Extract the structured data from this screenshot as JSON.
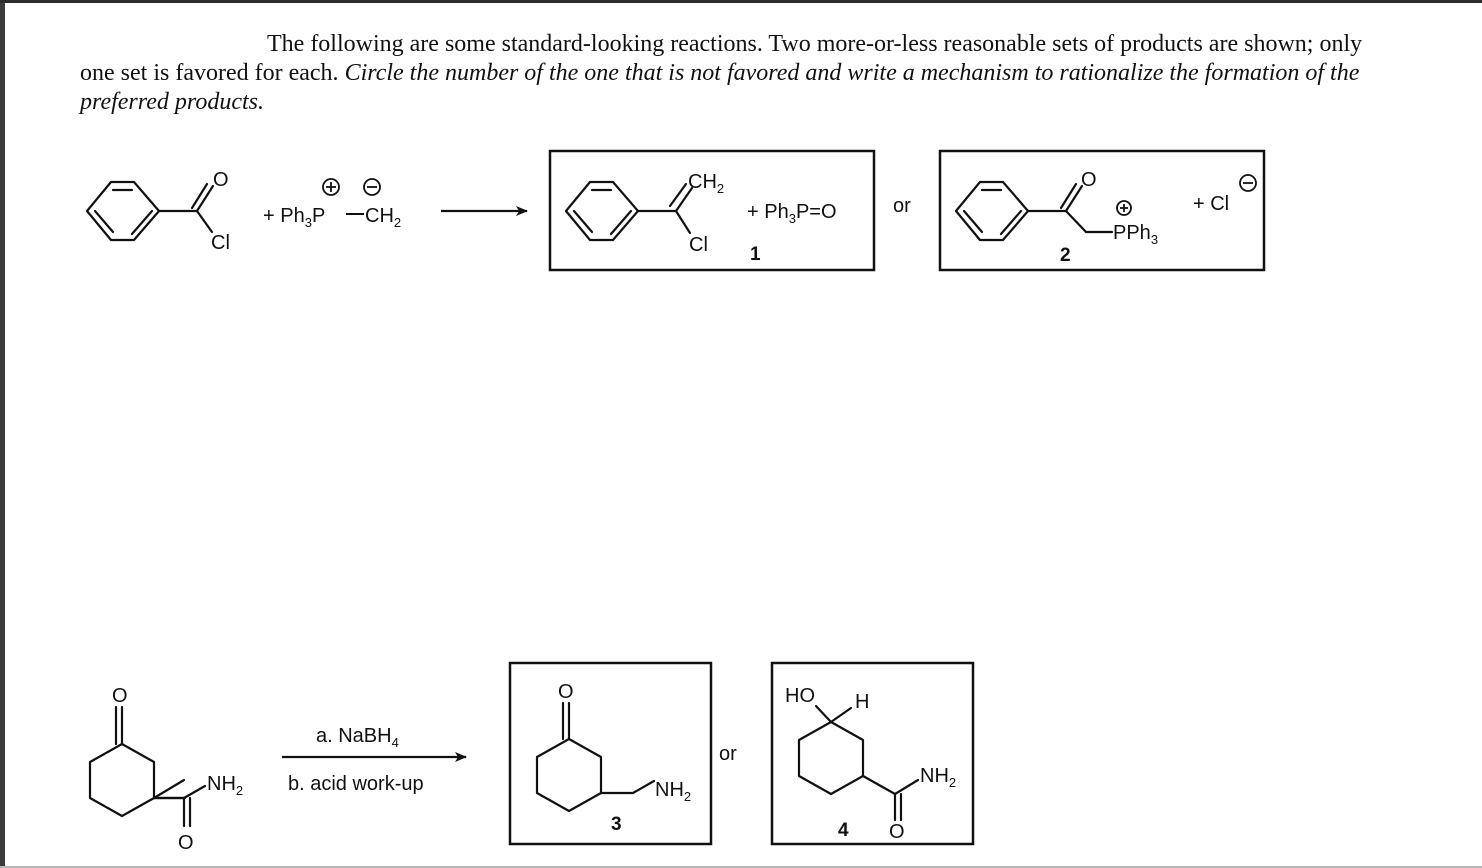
{
  "intro": {
    "line1": "The following are some standard-looking reactions.  Two more-or-less reasonable sets of products are shown; only",
    "line2_plain": "one set is favored for each.  ",
    "line2_italic": "Circle the number of the one that is not favored and write a mechanism to rationalize the formation of the",
    "line3_italic": "preferred products."
  },
  "reaction1": {
    "reactant_cl": "Cl",
    "reactant_o": "O",
    "reagent_plus": "+ Ph",
    "reagent_sub3": "3",
    "reagent_p": "P",
    "reagent_ch": "CH",
    "reagent_sub2": "2",
    "product1": {
      "ch": "CH",
      "sub2": "2",
      "cl": "Cl",
      "plus_ph": "+  Ph",
      "sub3": "3",
      "po": "P=O",
      "number": "1"
    },
    "or_label": "or",
    "product2": {
      "o": "O",
      "pph": "PPh",
      "sub3": "3",
      "plus_cl": "+  Cl",
      "number": "2"
    }
  },
  "reaction2": {
    "reactant_o_ketone": "O",
    "reactant_nh": "NH",
    "reactant_sub2": "2",
    "reactant_o_amide": "O",
    "step_a": "a.  NaBH",
    "step_a_sub": "4",
    "step_b": "b.  acid work-up",
    "product3": {
      "o": "O",
      "nh": "NH",
      "sub2": "2",
      "number": "3"
    },
    "or_label": "or",
    "product4": {
      "ho": "HO",
      "h": "H",
      "nh": "NH",
      "sub2": "2",
      "o": "O",
      "number": "4"
    }
  }
}
